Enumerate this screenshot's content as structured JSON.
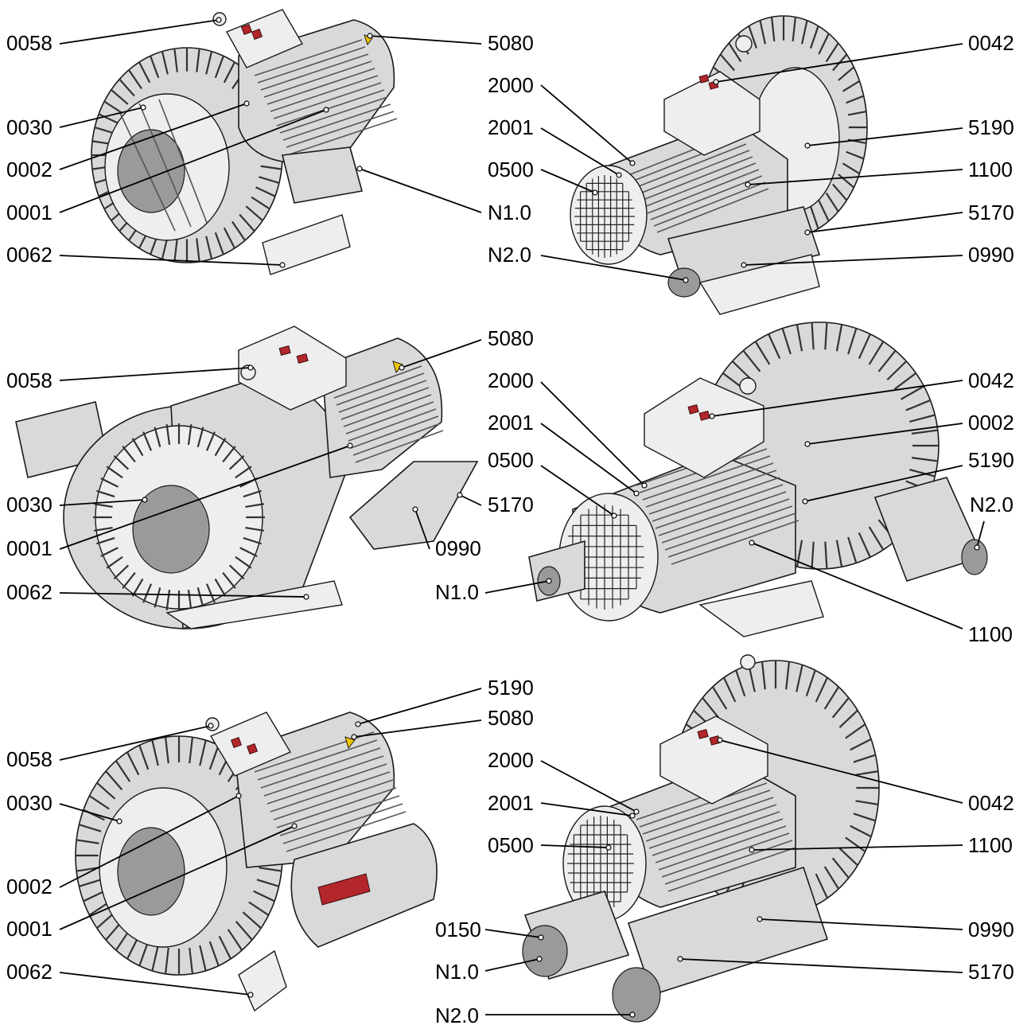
{
  "colors": {
    "line": "#000000",
    "metal": "#d9d9d9",
    "box": "#eeeeee",
    "lamp": "#b3262b",
    "warning": "#f2c500"
  },
  "views": [
    {
      "labels": [
        "0058",
        "0030",
        "0002",
        "0001",
        "0062",
        "5080",
        "N1.0"
      ]
    },
    {
      "labels": [
        "2000",
        "2001",
        "0500",
        "N2.0",
        "0042",
        "5190",
        "1100",
        "5170",
        "0990"
      ]
    },
    {
      "labels": [
        "0058",
        "0030",
        "0001",
        "0062",
        "5080",
        "5170",
        "0990"
      ]
    },
    {
      "labels": [
        "2000",
        "2001",
        "0500",
        "N1.0",
        "0042",
        "0002",
        "5190",
        "N2.0",
        "1100"
      ]
    },
    {
      "labels": [
        "0058",
        "0030",
        "0002",
        "0001",
        "0062",
        "5190",
        "5080"
      ]
    },
    {
      "labels": [
        "2000",
        "2001",
        "0500",
        "0150",
        "N1.0",
        "N2.0",
        "0042",
        "1100",
        "0990",
        "5170"
      ]
    }
  ]
}
